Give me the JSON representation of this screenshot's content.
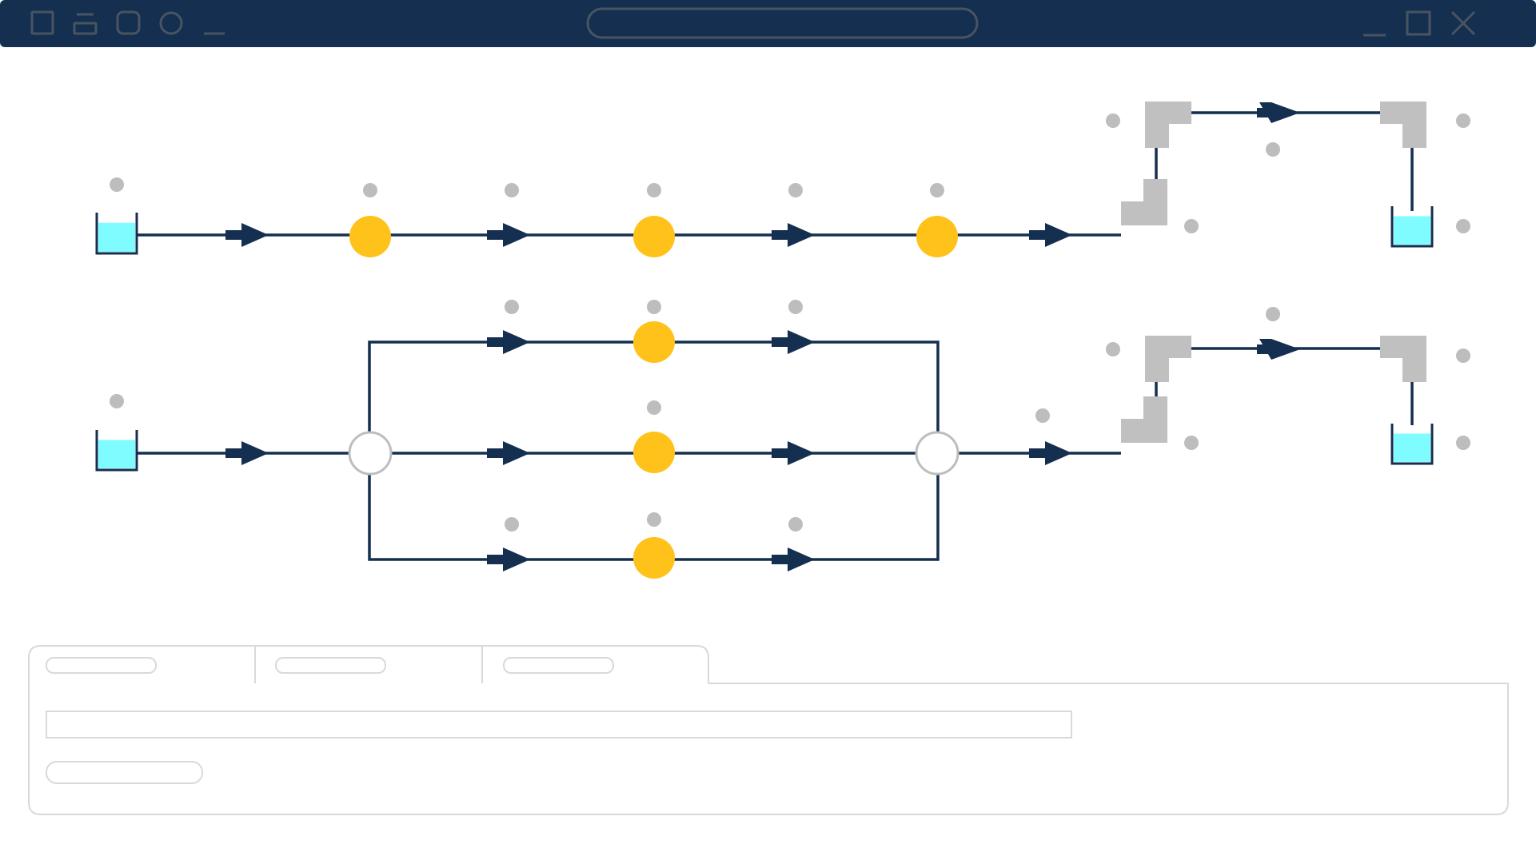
{
  "window": {
    "title": "",
    "accent_color": "#142f50"
  },
  "toolbar": {
    "icons": [
      "square-icon",
      "stacked-window-icon",
      "rounded-square-icon",
      "circle-icon",
      "underscore-icon"
    ],
    "window_controls": [
      "minimize-icon",
      "maximize-icon",
      "close-icon"
    ]
  },
  "diagram": {
    "colors": {
      "pipe": "#142f50",
      "pump": "#ffc21a",
      "water": "#7ffcff",
      "fitting": "#c0c0c0",
      "marker": "#bdbdbd",
      "junction_border": "#bdbdbd"
    },
    "lines": [
      {
        "name": "line-1",
        "components": [
          "tank",
          "arrow",
          "pump",
          "arrow",
          "pump",
          "arrow",
          "pump",
          "arrow",
          "elbow",
          "arrow",
          "elbow",
          "tank"
        ]
      },
      {
        "name": "line-2",
        "components": [
          "tank",
          "arrow",
          "junction",
          "arrow",
          "pump",
          "arrow",
          "junction",
          "arrow",
          "elbow",
          "arrow",
          "elbow",
          "tank"
        ]
      }
    ]
  },
  "panel": {
    "tabs": [
      {
        "label": ""
      },
      {
        "label": ""
      },
      {
        "label": ""
      }
    ],
    "text_field": {
      "value": "",
      "placeholder": ""
    },
    "button": {
      "label": ""
    }
  }
}
